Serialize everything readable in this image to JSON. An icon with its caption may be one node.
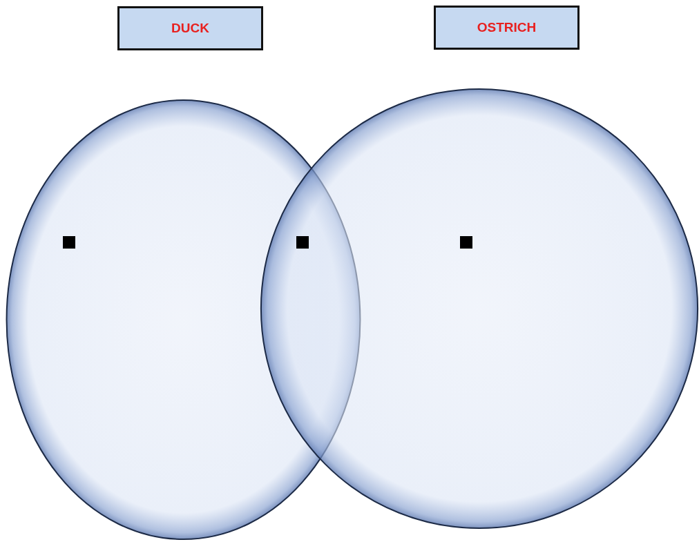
{
  "diagram": {
    "nodes": [
      {
        "text": [
          "DUCK"
        ]
      },
      {
        "text": [
          "OSTRICH"
        ]
      },
      {
        "text": [],
        "shape": "circle"
      },
      {
        "text": [],
        "shape": "circle"
      }
    ]
  }
}
